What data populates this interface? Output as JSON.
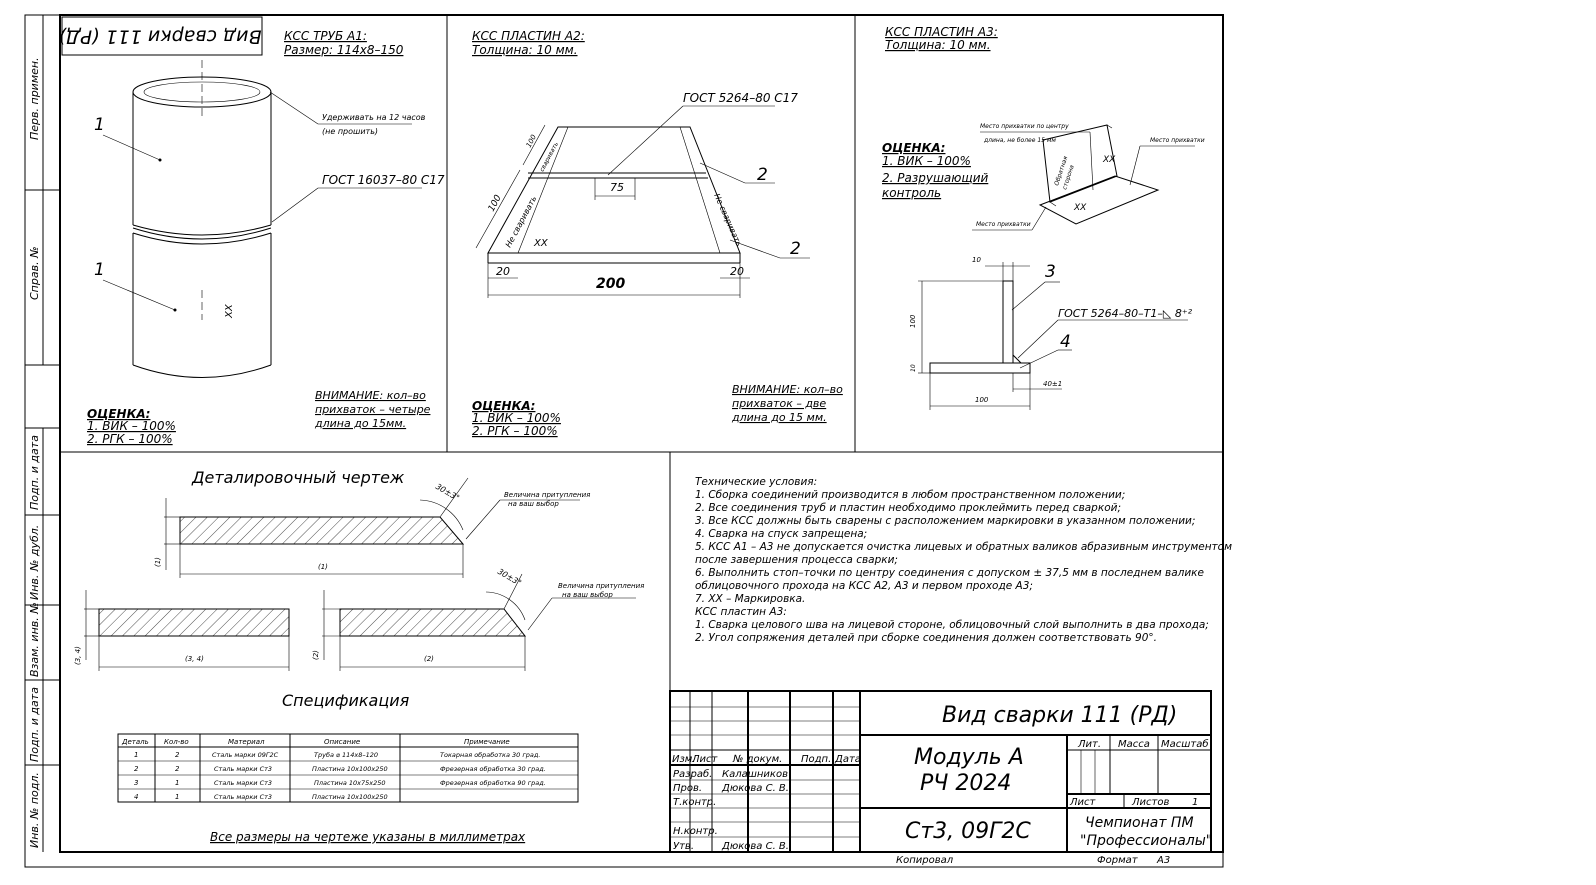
{
  "title_block": {
    "weld_type": "Вид сварки 111 (РД)",
    "weld_type_mirrored": "Вид сварки 111 (РД)",
    "module": "Модуль А",
    "championship_code": "РЧ 2024",
    "material": "Ст3, 09Г2С",
    "organization_line1": "Чемпионат ПМ",
    "organization_line2": "\"Профессионалы\"",
    "col_headers": [
      "Изм.",
      "Лист",
      "№ докум.",
      "Подп.",
      "Дата"
    ],
    "roles": [
      "Разраб.",
      "Пров.",
      "Т.контр.",
      "Н.контр.",
      "Утв."
    ],
    "names": [
      "Калашников",
      "Дюкова С. В.",
      "",
      "",
      "Дюкова С. В."
    ],
    "lit": "Лит.",
    "mass": "Масса",
    "scale": "Масштаб",
    "sheet": "Лист",
    "sheets": "Листов",
    "sheets_value": "1",
    "copied": "Копировал",
    "format": "Формат",
    "format_value": "А3"
  },
  "side_stamps": [
    "Перв. примен.",
    "Справ. №",
    "Подп. и дата",
    "Инв. № дубл.",
    "Взам. инв. №",
    "Подп. и дата",
    "Инв. № подл."
  ],
  "a1": {
    "title": "КСС ТРУБ А1:",
    "size": "Размер: 114х8–150",
    "note1": "Удерживать на 12 часов",
    "note2": "(не прошить)",
    "gost": "ГОСТ 16037–80 С17",
    "part1": "1",
    "part2": "1",
    "mark": "ХХ",
    "rating_title": "ОЦЕНКА:",
    "rating1": "1. ВИК – 100%",
    "rating2": "2. РГК – 100%",
    "warning1": "ВНИМАНИЕ: кол–во",
    "warning2": "прихваток – четыре",
    "warning3": "длина до 15мм."
  },
  "a2": {
    "title": "КСС ПЛАСТИН А2:",
    "thickness": "Толщина: 10 мм.",
    "gost": "ГОСТ 5264–80 С17",
    "dim75": "75",
    "dim200": "200",
    "dim20a": "20",
    "dim20b": "20",
    "dim100": "100",
    "dim100b": "100",
    "label_no_weld": "Не сваривать",
    "label_weld_along": "сваривать",
    "label_no_weld2": "Не сваривать",
    "mark": "ХХ",
    "part2a": "2",
    "part2b": "2",
    "rating_title": "ОЦЕНКА:",
    "rating1": "1. ВИК – 100%",
    "rating2": "2. РГК – 100%",
    "warning1": "ВНИМАНИЕ: кол–во",
    "warning2": "прихваток – две",
    "warning3": "длина до 15 мм."
  },
  "a3": {
    "title": "КСС ПЛАСТИН А3:",
    "thickness": "Толщина: 10 мм.",
    "rating_title": "ОЦЕНКА:",
    "rating1": "1. ВИК – 100%",
    "rating2": "2. Разрушающий",
    "rating3": "контроль",
    "tack_center1": "Место прихватки по центру",
    "tack_center2": "длина, не более 15 мм",
    "tack_right": "Место прихватки",
    "tack_left": "Место прихватки",
    "reverse_side1": "Обратная",
    "reverse_side2": "сторона",
    "mark1": "ХХ",
    "mark2": "ХХ",
    "part3": "3",
    "part4": "4",
    "gost": "ГОСТ 5264–80–Т1–◺ 8⁺²",
    "dim10": "10",
    "dim100v": "100",
    "dim10v": "10",
    "dim100h": "100",
    "dim40": "40±1"
  },
  "detail": {
    "title": "Деталировочный чертеж",
    "angle1": "30±3°",
    "blunt1a": "Величина притупления",
    "blunt1b": "на ваш выбор",
    "dim_len1": "(1)",
    "dim_th1": "(1)",
    "angle2": "30±3°",
    "blunt2a": "Величина притупления",
    "blunt2b": "на ваш выбор",
    "dim_len2": "(3, 4)",
    "dim_th2": "(3, 4)",
    "dim_len3": "(2)",
    "dim_th3": "(2)"
  },
  "spec": {
    "title": "Спецификация",
    "headers": [
      "Деталь",
      "Кол-во",
      "Материал",
      "Описание",
      "Примечание"
    ],
    "rows": [
      [
        "1",
        "2",
        "Сталь марки 09Г2С",
        "Труба ⌀ 114х8–120",
        "Токарная обработка 30 град."
      ],
      [
        "2",
        "2",
        "Сталь марки Ст3",
        "Пластина 10х100х250",
        "Фрезерная обработка 30 град."
      ],
      [
        "3",
        "1",
        "Сталь марки Ст3",
        "Пластина 10х75х250",
        "Фрезерная обработка 90 град."
      ],
      [
        "4",
        "1",
        "Сталь марки Ст3",
        "Пластина 10х100х250",
        ""
      ]
    ],
    "footer": "Все размеры на чертеже указаны в миллиметрах"
  },
  "tech_conditions": [
    "Технические условия:",
    "1. Сборка соединений производится в любом пространственном положении;",
    "2. Все соединения труб и пластин необходимо проклеймить перед сваркой;",
    "3. Все КСС должны быть сварены с расположением маркировки в указанном положении;",
    "4. Сварка на спуск запрещена;",
    "5. КСС А1 – А3 не допускается очистка лицевых и обратных валиков абразивным инструментом",
    "после завершения процесса сварки;",
    "6. Выполнить стоп–точки по центру соединения с допуском ± 37,5 мм в последнем валике",
    "облицовочного прохода на КСС А2, А3 и первом проходе А3;",
    "7. ХХ – Маркировка.",
    "КСС пластин А3:",
    "1. Сварка целового шва на лицевой стороне, облицовочный слой выполнить в два прохода;",
    "2. Угол сопряжения деталей при сборке соединения должен соответствовать 90°."
  ]
}
